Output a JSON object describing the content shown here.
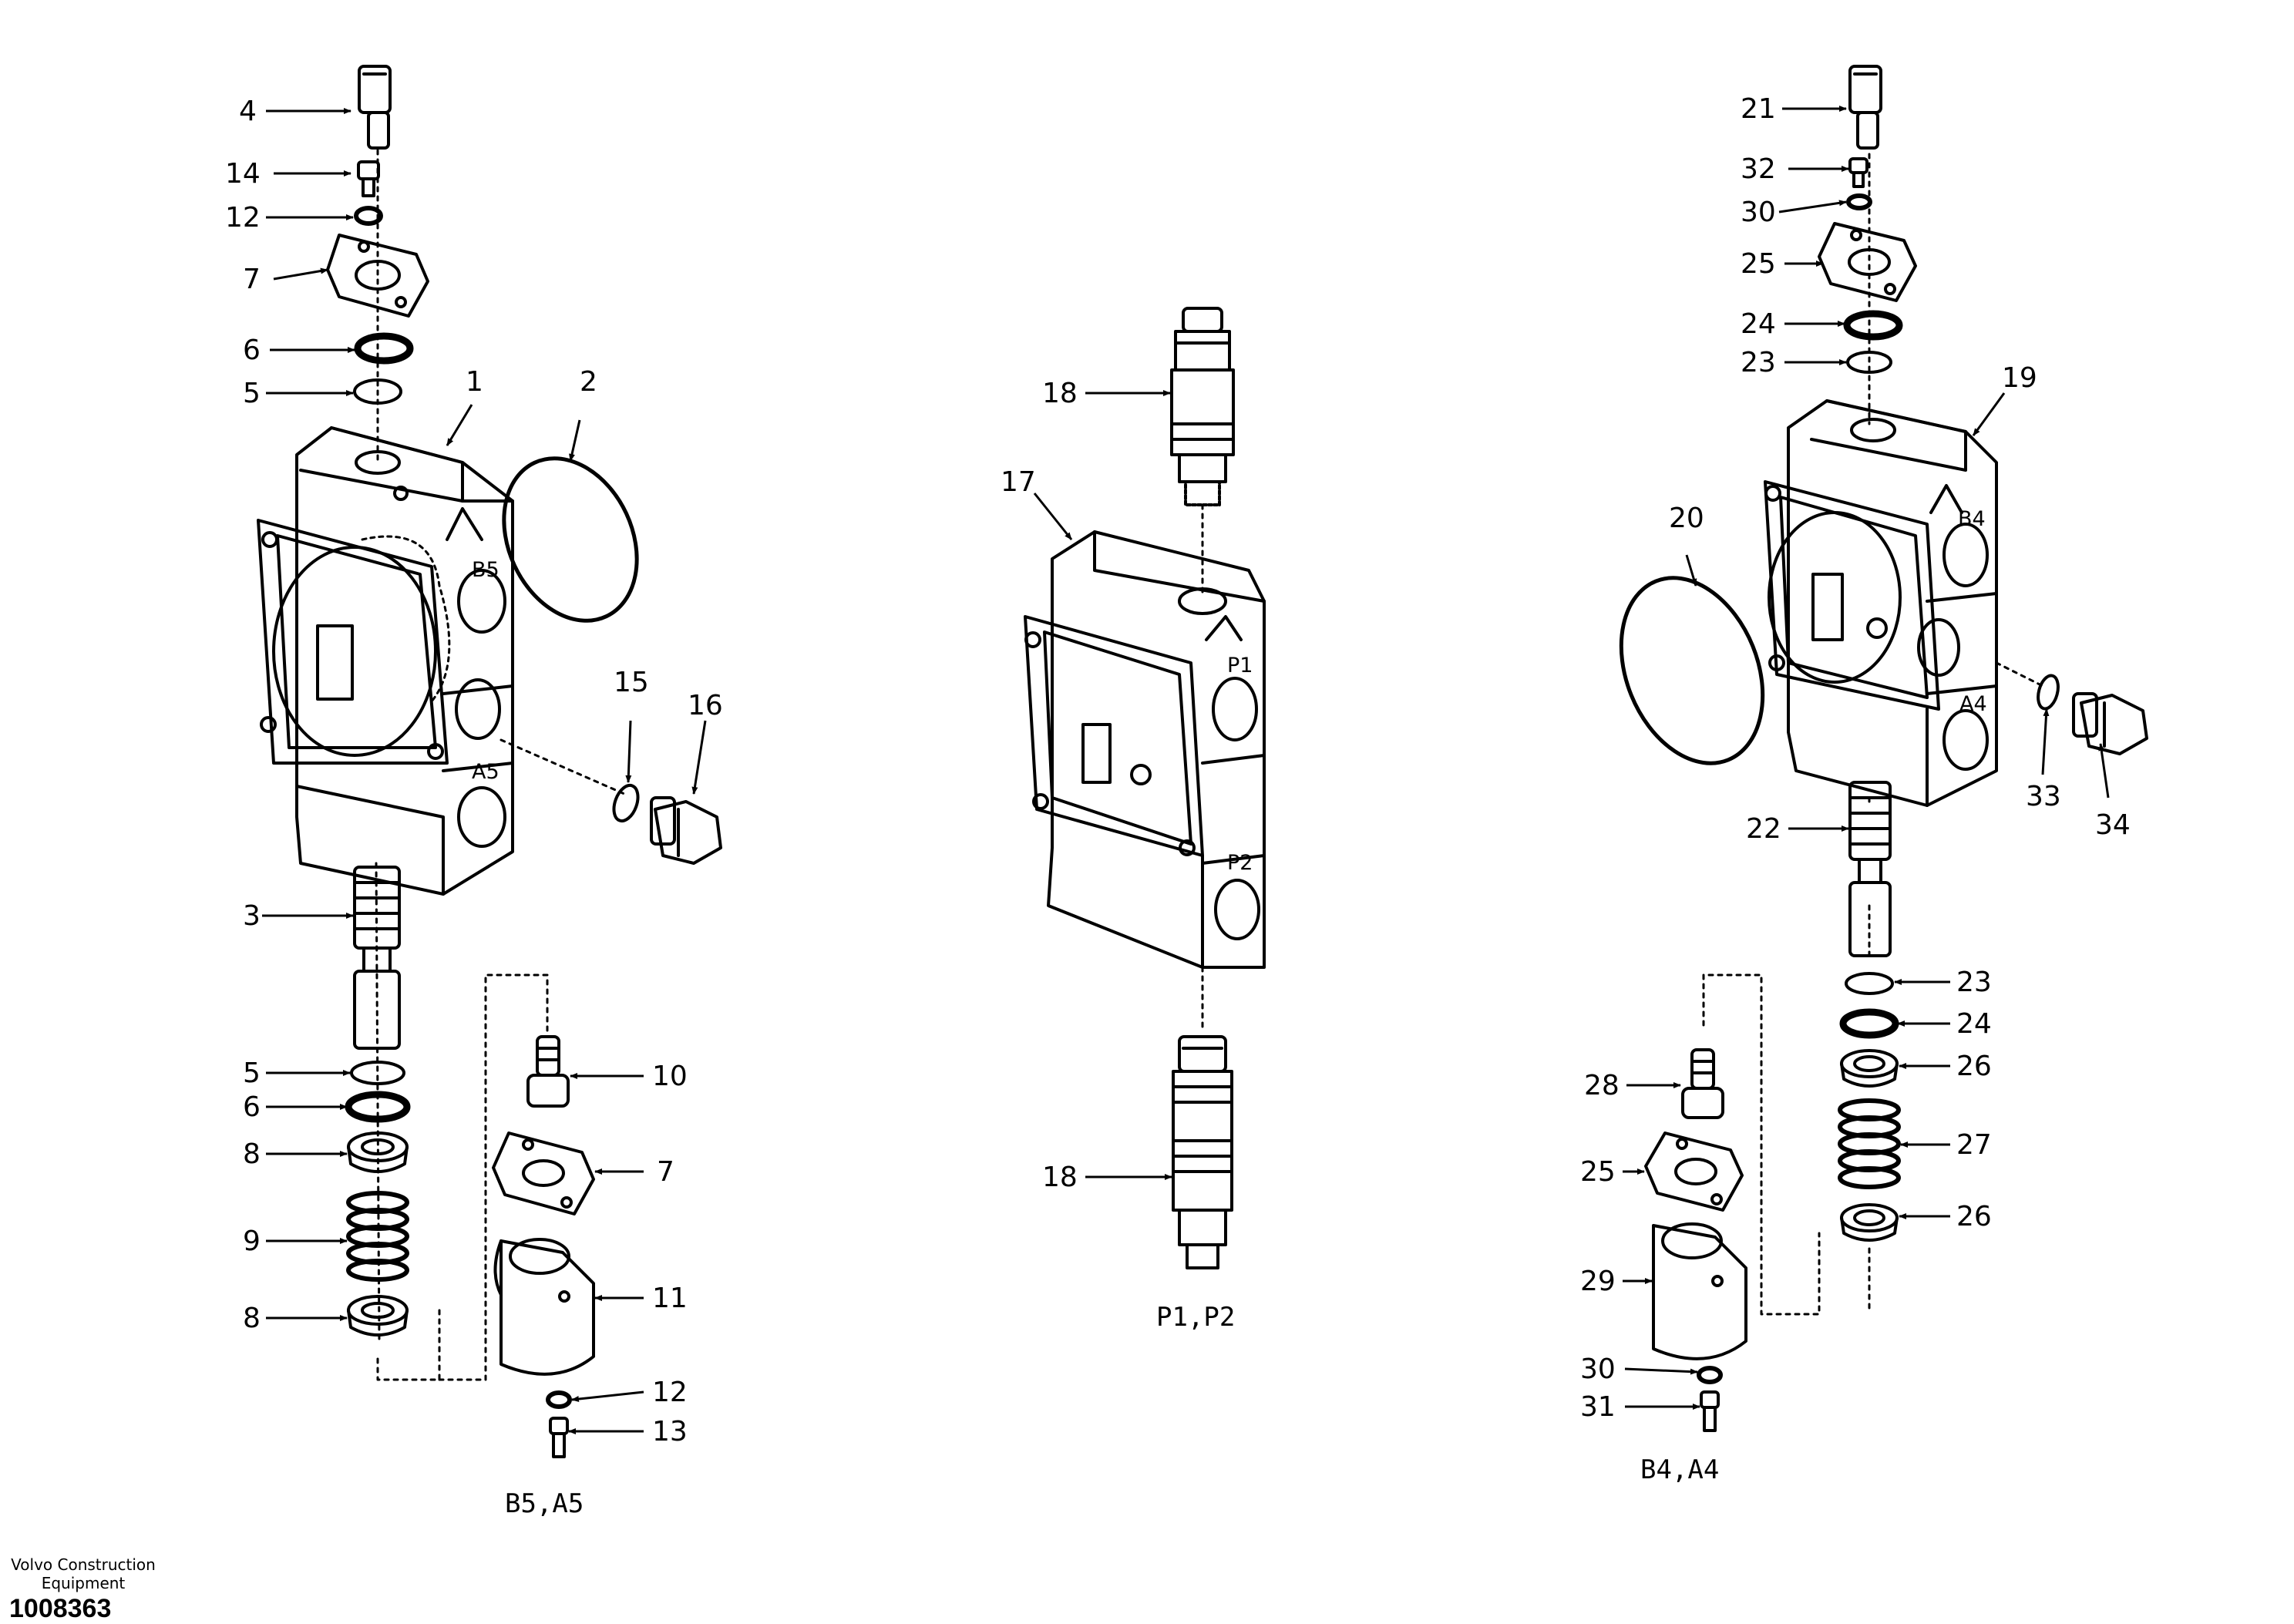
{
  "part_labels": {
    "p1": "1",
    "p2": "2",
    "p3": "3",
    "p4": "4",
    "p5a": "5",
    "p5b": "5",
    "p6a": "6",
    "p6b": "6",
    "p7a": "7",
    "p7b": "7",
    "p8a": "8",
    "p8b": "8",
    "p9": "9",
    "p10": "10",
    "p11": "11",
    "p12a": "12",
    "p12b": "12",
    "p13": "13",
    "p14": "14",
    "p15": "15",
    "p16": "16",
    "p17": "17",
    "p18a": "18",
    "p18b": "18",
    "p19": "19",
    "p20": "20",
    "p21": "21",
    "p22": "22",
    "p23a": "23",
    "p23b": "23",
    "p24a": "24",
    "p24b": "24",
    "p25a": "25",
    "p25b": "25",
    "p26a": "26",
    "p26b": "26",
    "p27": "27",
    "p28": "28",
    "p29": "29",
    "p30a": "30",
    "p30b": "30",
    "p31": "31",
    "p32": "32",
    "p33": "33",
    "p34": "34"
  },
  "port_labels": {
    "b5": "B5",
    "a5": "A5",
    "p1": "P1",
    "p2": "P2",
    "b4": "B4",
    "a4": "A4"
  },
  "captions": {
    "left": "B5,A5",
    "middle": "P1,P2",
    "right": "B4,A4"
  },
  "footer": {
    "brand_line1": "Volvo Construction",
    "brand_line2": "Equipment",
    "doc_number": "1008363"
  }
}
